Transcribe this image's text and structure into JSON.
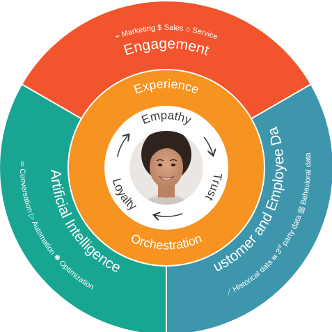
{
  "colors": {
    "engagement": "#F2542D",
    "ai": "#18A592",
    "data": "#3D96AC",
    "orange": "#F79320",
    "orange_light": "#F9A23A",
    "center": "#FFFFFF",
    "core_text": "#3A3A3A",
    "ring_line": "#FFFFFF"
  },
  "outer_ring": {
    "engagement": {
      "title": "Engagement",
      "items": [
        {
          "label": "Marketing",
          "icon": "megaphone-icon"
        },
        {
          "label": "Sales",
          "icon": "dollar-bag-icon"
        },
        {
          "label": "Service",
          "icon": "service-bell-icon"
        }
      ]
    },
    "ai": {
      "title": "Artificial Intelligence",
      "items": [
        {
          "label": "Conversation",
          "icon": "chat-bubbles-icon"
        },
        {
          "label": "Automation",
          "icon": "play-triangle-icon"
        },
        {
          "label": "Optimization",
          "icon": "brain-icon"
        }
      ]
    },
    "data": {
      "title": "Customer and Employee Data",
      "items": [
        {
          "label": "Historical data",
          "icon": "line-chart-icon"
        },
        {
          "label_main": "3",
          "label_sup": "rd",
          "label_rest": " party data",
          "icon": "database-icon"
        },
        {
          "label": "Behavioral data",
          "icon": "bar-chart-icon"
        }
      ]
    }
  },
  "middle_ring": {
    "top": "Experience",
    "bottom": "Orchestration"
  },
  "core": {
    "words": [
      "Empathy",
      "Trust",
      "Loyalty"
    ],
    "portrait": "smiling-woman-portrait"
  }
}
